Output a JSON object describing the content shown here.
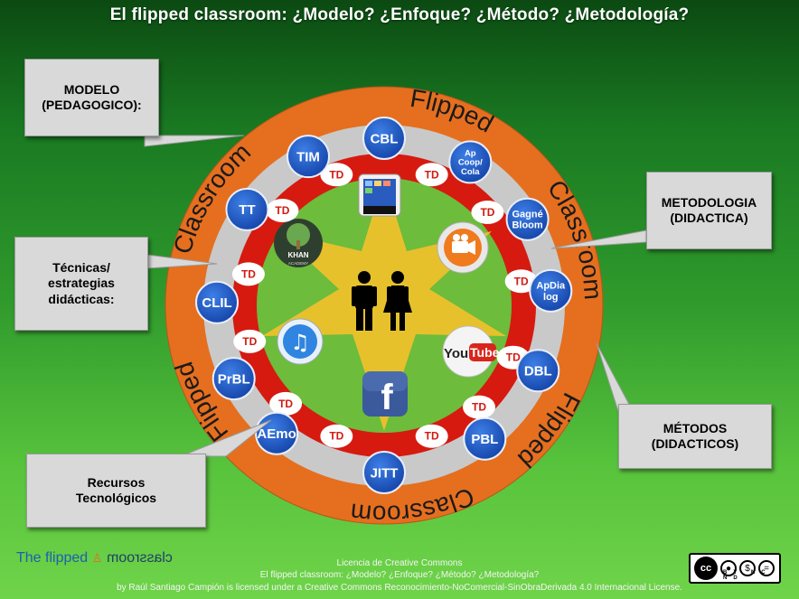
{
  "title": "El flipped classroom: ¿Modelo? ¿Enfoque? ¿Método? ¿Metodología?",
  "ring_text": {
    "top": "Flipped",
    "top_right": "Classroom",
    "left": "Classroom",
    "bottom_left": "Flipped",
    "right": "Flipped",
    "bottom_right": "Classroom"
  },
  "methods": [
    {
      "label": "CBL",
      "angle": 0
    },
    {
      "label": "Ap\nCoop/\nCola",
      "angle": 31
    },
    {
      "label": "Gagné\nBloom",
      "angle": 59
    },
    {
      "label": "ApDia\nlog",
      "angle": 85
    },
    {
      "label": "DBL",
      "angle": 113
    },
    {
      "label": "PBL",
      "angle": 143
    },
    {
      "label": "JITT",
      "angle": 180
    },
    {
      "label": "AEmo",
      "angle": 220
    },
    {
      "label": "PrBL",
      "angle": 244
    },
    {
      "label": "CLIL",
      "angle": 271
    },
    {
      "label": "TT",
      "angle": 305
    },
    {
      "label": "TIM",
      "angle": 333
    }
  ],
  "td_badges": {
    "label": "TD",
    "angles": [
      340,
      20,
      48,
      80,
      112,
      137,
      160,
      200,
      225,
      255,
      283,
      313
    ]
  },
  "resources": {
    "tablet": "tablet-icon",
    "khan": {
      "line1": "KHAN",
      "line2": "ACADEMY"
    },
    "video": "video-camera-icon",
    "itunes": "music-note-icon",
    "youtube": {
      "part1": "You",
      "part2": "Tube"
    },
    "facebook": "f"
  },
  "callouts": {
    "modelo": "MODELO\n(PEDAGOGICO):",
    "tecnicas": "Técnicas/\nestrategias\ndidácticas:",
    "recursos": "Recursos\nTecnológicos",
    "metodologia": "METODOLOGIA\n(DIDACTICA)",
    "metodos": "MÉTODOS\n(DIDACTICOS)"
  },
  "footer": {
    "license_title": "Licencia de Creative Commons",
    "license_work": "El flipped classroom: ¿Modelo? ¿Enfoque? ¿Método? ¿Metodología?",
    "license_by": "by Raúl Santiago Campión is licensed under a Creative Commons Reconocimiento-NoComercial-SinObraDerivada 4.0 Internacional License.",
    "brand_part1": "The flipped",
    "brand_part2": "classroom",
    "cc_badge": "cc",
    "cc_labels": "BY NC ND"
  },
  "colors": {
    "outer_ring": "#e56f1f",
    "gray_ring": "#c9c9c9",
    "red_ring": "#d61a10",
    "inner_disc": "#6dbc3c",
    "star": "#e6c12c",
    "method_circle": "#1d56c4",
    "td_fill": "#ffffff",
    "td_text": "#d11a10"
  }
}
